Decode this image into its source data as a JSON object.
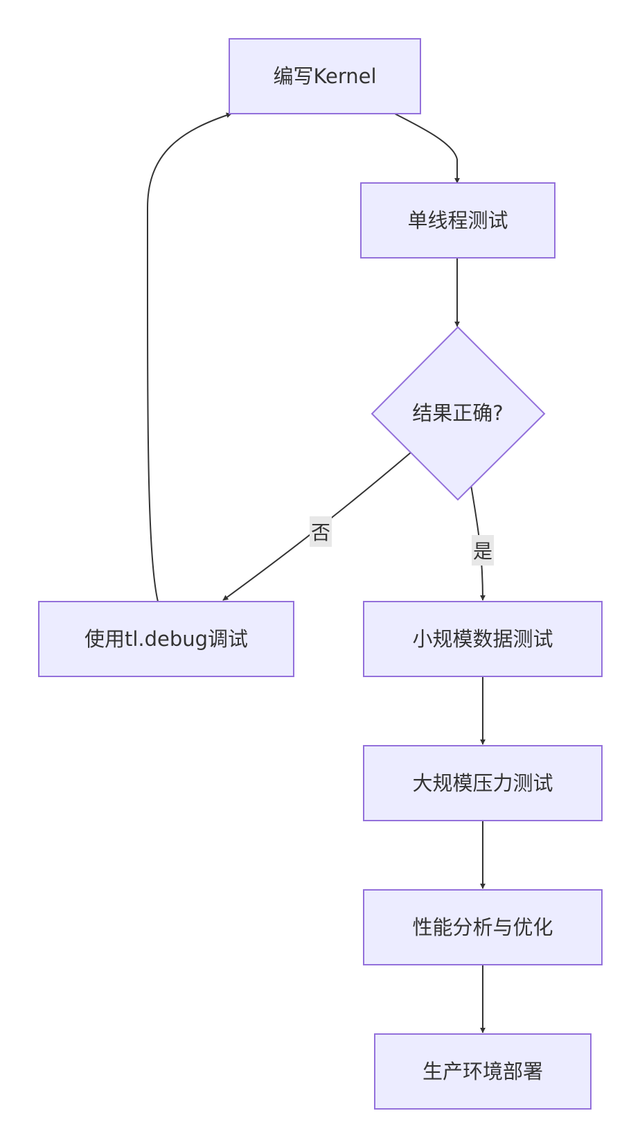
{
  "nodes": {
    "write_kernel": "编写Kernel",
    "single_thread_test": "单线程测试",
    "result_correct": "结果正确?",
    "debug_with_tl": "使用tl.debug调试",
    "small_data_test": "小规模数据测试",
    "large_stress_test": "大规模压力测试",
    "perf_analysis": "性能分析与优化",
    "production_deploy": "生产环境部署"
  },
  "edge_labels": {
    "no": "否",
    "yes": "是"
  },
  "colors": {
    "node_fill": "#ECECFF",
    "node_stroke": "#9370DB",
    "edge": "#333333",
    "label_bg": "#E8E8E8"
  }
}
